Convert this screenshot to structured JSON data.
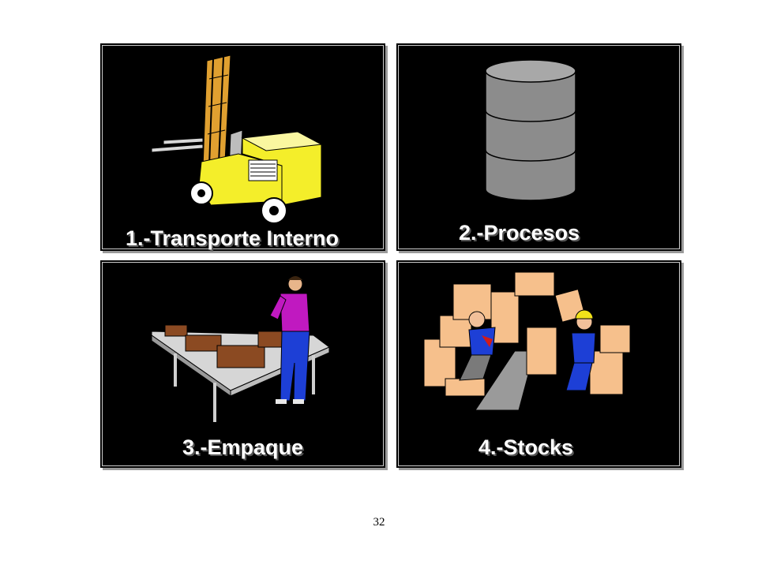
{
  "panels": [
    {
      "caption": "1.-Transporte Interno",
      "illustration": "forklift-icon"
    },
    {
      "caption": "2.-Procesos",
      "illustration": "drum-barrel-icon"
    },
    {
      "caption": "3.-Empaque",
      "illustration": "conveyor-packing-icon"
    },
    {
      "caption": "4.-Stocks",
      "illustration": "falling-boxes-icon"
    }
  ],
  "page_number": "32",
  "colors": {
    "panel_background": "#000000",
    "caption_text": "#ffffff",
    "page_background": "#ffffff"
  }
}
